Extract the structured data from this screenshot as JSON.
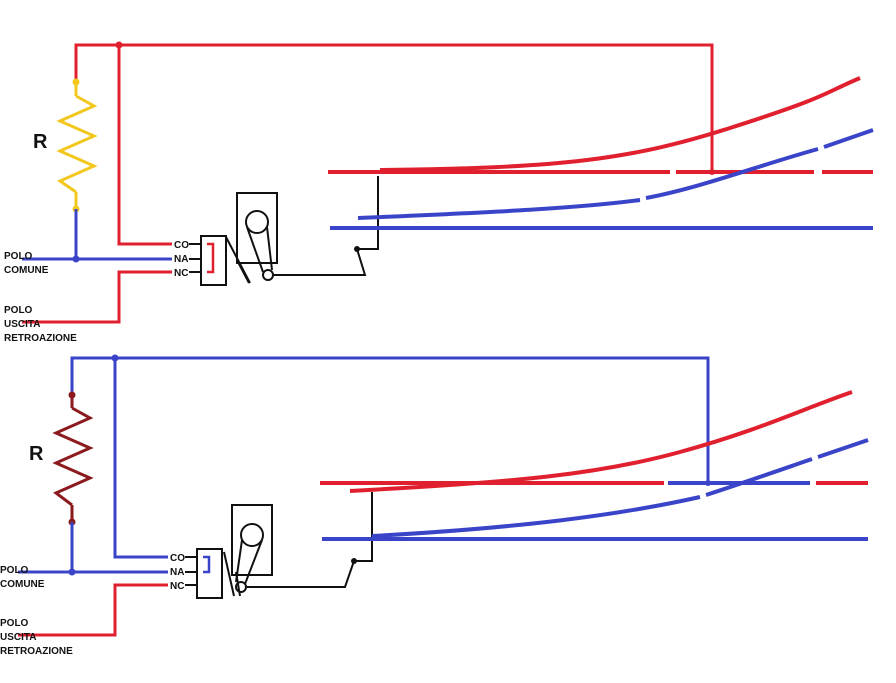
{
  "colors": {
    "red": "#e0202e",
    "blue": "#3a44c8",
    "black": "#111111",
    "resistor_top": "#f2c81e",
    "resistor_bottom": "#8b1a1e",
    "background": "#ffffff"
  },
  "panels": [
    {
      "resistor_label": "R",
      "resistor_color": "resistor_top",
      "loop_wire_color": "red",
      "common_pole": {
        "line1": "POLO",
        "line2": "COMUNE"
      },
      "feedback_pole": {
        "line1": "POLO",
        "line2": "USCITA",
        "line3": "RETROAZIONE"
      },
      "contacts": {
        "co": "CO",
        "na": "NA",
        "nc": "NC"
      }
    },
    {
      "resistor_label": "R",
      "resistor_color": "resistor_bottom",
      "loop_wire_color": "blue",
      "common_pole": {
        "line1": "POLO",
        "line2": "COMUNE"
      },
      "feedback_pole": {
        "line1": "POLO",
        "line2": "USCITA",
        "line3": "RETROAZIONE"
      },
      "contacts": {
        "co": "CO",
        "na": "NA",
        "nc": "NC"
      }
    }
  ]
}
